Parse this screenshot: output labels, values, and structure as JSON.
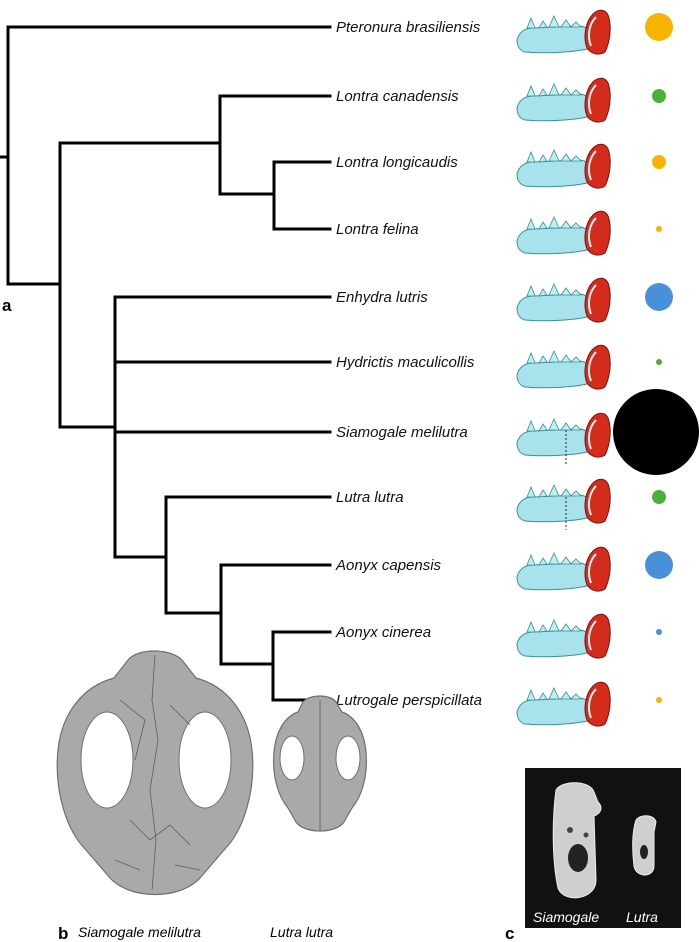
{
  "panel_labels": {
    "a": "a",
    "b": "b",
    "c": "c"
  },
  "taxa": [
    {
      "name": "Pteronura brasiliensis",
      "dot_color": "#F5B400",
      "dot_size": "large"
    },
    {
      "name": "Lontra canadensis",
      "dot_color": "#4CAF3A",
      "dot_size": "small"
    },
    {
      "name": "Lontra longicaudis",
      "dot_color": "#F5B400",
      "dot_size": "small"
    },
    {
      "name": "Lontra felina",
      "dot_color": "#F5B400",
      "dot_size": "tiny"
    },
    {
      "name": "Enhydra lutris",
      "dot_color": "#4A90D9",
      "dot_size": "large"
    },
    {
      "name": "Hydrictis maculicollis",
      "dot_color": "#4CAF3A",
      "dot_size": "tiny"
    },
    {
      "name": "Siamogale melilutra",
      "dot_color": "#000000",
      "dot_size": "huge"
    },
    {
      "name": "Lutra lutra",
      "dot_color": "#4CAF3A",
      "dot_size": "small"
    },
    {
      "name": "Aonyx capensis",
      "dot_color": "#4A90D9",
      "dot_size": "large"
    },
    {
      "name": "Aonyx cinerea",
      "dot_color": "#4A90D9",
      "dot_size": "tiny"
    },
    {
      "name": "Lutrogale perspicillata",
      "dot_color": "#F5B400",
      "dot_size": "tiny"
    }
  ],
  "skull_captions": {
    "left": "Siamogale melilutra",
    "right": "Lutra lutra"
  },
  "xray_captions": {
    "left": "Siamogale",
    "right": "Lutra"
  },
  "colors": {
    "jaw_body": "#a8e2ea",
    "jaw_ramus": "#d42c1c",
    "skull": "#a9a9a9",
    "xray_bg": "#111111"
  }
}
